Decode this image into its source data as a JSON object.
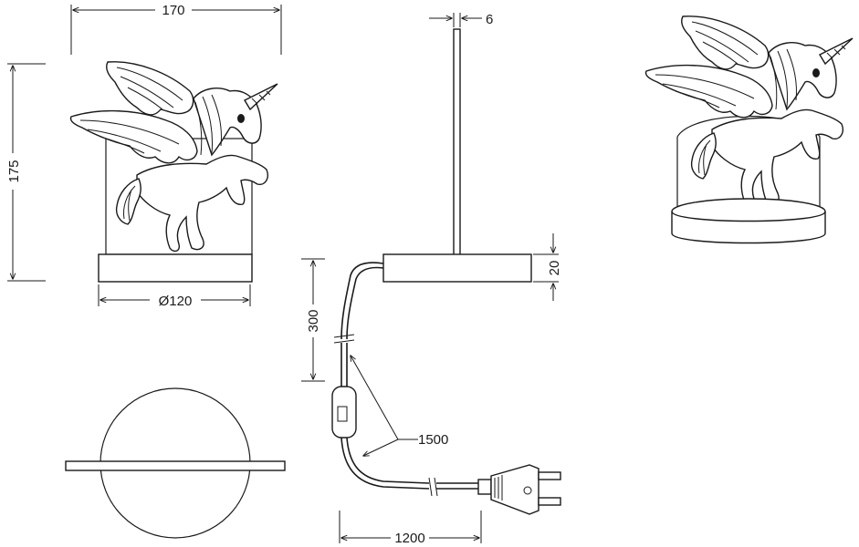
{
  "dimensions": {
    "width": "170",
    "height": "175",
    "base_diameter": "Ø120",
    "panel_thickness": "6",
    "base_height": "20",
    "cable_to_switch": "300",
    "cable_total": "1500",
    "switch_to_plug": "1200"
  },
  "views": [
    "front-view",
    "side-view",
    "top-view",
    "perspective-view"
  ],
  "colors": {
    "line": "#1a1a1a",
    "background": "#ffffff"
  }
}
